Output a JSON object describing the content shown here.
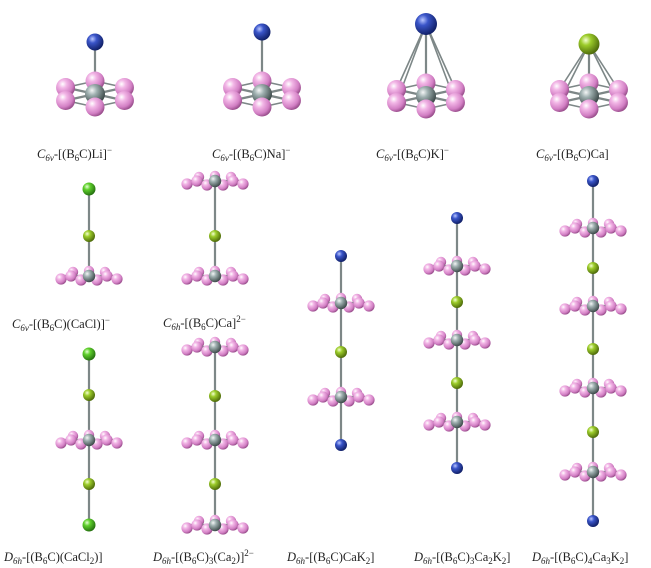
{
  "figure": {
    "structures": [
      {
        "id": "b6c-li",
        "label": "C6v-[(B6C)Li]−",
        "parts": [
          [
            "C",
            "6v"
          ],
          [
            "t",
            "-[(B"
          ],
          [
            "b",
            "6"
          ],
          [
            "t",
            "C)Li]"
          ],
          [
            "p",
            "−"
          ]
        ],
        "top_atom": "Li",
        "capped_rings": 1
      },
      {
        "id": "b6c-na",
        "label": "C6v-[(B6C)Na]−",
        "parts": [
          [
            "C",
            "6v"
          ],
          [
            "t",
            "-[(B"
          ],
          [
            "b",
            "6"
          ],
          [
            "t",
            "C)Na]"
          ],
          [
            "p",
            "−"
          ]
        ],
        "top_atom": "Na",
        "capped_rings": 1
      },
      {
        "id": "b6c-k",
        "label": "C6v-[(B6C)K]−",
        "parts": [
          [
            "C",
            "6v"
          ],
          [
            "t",
            "-[(B"
          ],
          [
            "b",
            "6"
          ],
          [
            "t",
            "C)K]"
          ],
          [
            "p",
            "−"
          ]
        ],
        "top_atom": "K",
        "capped_rings": 1
      },
      {
        "id": "b6c-ca",
        "label": "C6v-[(B6C)Ca]",
        "parts": [
          [
            "C",
            "6v"
          ],
          [
            "t",
            "-[(B"
          ],
          [
            "b",
            "6"
          ],
          [
            "t",
            "C)Ca]"
          ]
        ],
        "top_atom": "Ca",
        "capped_rings": 1
      },
      {
        "id": "b6c-cacl",
        "label": "C6v-[(B6C)(CaCl)]−",
        "parts": [
          [
            "C",
            "6v"
          ],
          [
            "t",
            "-[(B"
          ],
          [
            "b",
            "6"
          ],
          [
            "t",
            "C)(CaCl)]"
          ],
          [
            "p",
            "−"
          ]
        ],
        "stack": [
          "Cl",
          "Ca",
          "ring"
        ]
      },
      {
        "id": "b6c-ca-sandwich",
        "label": "C6h-[(B6C)Ca]2−",
        "parts": [
          [
            "C",
            "6h"
          ],
          [
            "t",
            "-[(B"
          ],
          [
            "b",
            "6"
          ],
          [
            "t",
            "C)Ca]"
          ],
          [
            "p",
            "2−"
          ]
        ],
        "stack": [
          "ring",
          "Ca",
          "ring"
        ]
      },
      {
        "id": "b6c-cacl2",
        "label": "D6h-[(B6C)(CaCl2)]",
        "parts": [
          [
            "D",
            "6h"
          ],
          [
            "t",
            "-[(B"
          ],
          [
            "b",
            "6"
          ],
          [
            "t",
            "C)(CaCl"
          ],
          [
            "b",
            "2"
          ],
          [
            "t",
            ")]"
          ]
        ],
        "stack": [
          "Cl",
          "Ca",
          "ring",
          "Ca",
          "Cl"
        ]
      },
      {
        "id": "b6c3-ca2",
        "label": "D6h-[(B6C)3(Ca2)]2−",
        "parts": [
          [
            "D",
            "6h"
          ],
          [
            "t",
            "-[(B"
          ],
          [
            "b",
            "6"
          ],
          [
            "t",
            "C)"
          ],
          [
            "b",
            "3"
          ],
          [
            "t",
            "(Ca"
          ],
          [
            "b",
            "2"
          ],
          [
            "t",
            ")]"
          ],
          [
            "p",
            "2−"
          ]
        ],
        "stack": [
          "ring",
          "Ca",
          "ring",
          "Ca",
          "ring"
        ]
      },
      {
        "id": "b6c-cak2",
        "label": "D6h-[(B6C)CaK2]",
        "parts": [
          [
            "D",
            "6h"
          ],
          [
            "t",
            "-[(B"
          ],
          [
            "b",
            "6"
          ],
          [
            "t",
            "C)CaK"
          ],
          [
            "b",
            "2"
          ],
          [
            "t",
            "]"
          ]
        ],
        "stack": [
          "K",
          "ring",
          "Ca",
          "ring",
          "K"
        ]
      },
      {
        "id": "b6c3-ca2k2",
        "label": "D6h-[(B6C)3Ca2K2]",
        "parts": [
          [
            "D",
            "6h"
          ],
          [
            "t",
            "-[(B"
          ],
          [
            "b",
            "6"
          ],
          [
            "t",
            "C)"
          ],
          [
            "b",
            "3"
          ],
          [
            "t",
            "Ca"
          ],
          [
            "b",
            "2"
          ],
          [
            "t",
            "K"
          ],
          [
            "b",
            "2"
          ],
          [
            "t",
            "]"
          ]
        ],
        "stack": [
          "K",
          "ring",
          "Ca",
          "ring",
          "Ca",
          "ring",
          "K"
        ]
      },
      {
        "id": "b6c4-ca3k2",
        "label": "D6h-[(B6C)4Ca3K2]",
        "parts": [
          [
            "D",
            "6h"
          ],
          [
            "t",
            "-[(B"
          ],
          [
            "b",
            "6"
          ],
          [
            "t",
            "C)"
          ],
          [
            "b",
            "4"
          ],
          [
            "t",
            "Ca"
          ],
          [
            "b",
            "3"
          ],
          [
            "t",
            "K"
          ],
          [
            "b",
            "2"
          ],
          [
            "t",
            "]"
          ]
        ],
        "stack": [
          "K",
          "ring",
          "Ca",
          "ring",
          "Ca",
          "ring",
          "Ca",
          "ring",
          "K"
        ]
      }
    ],
    "atom_colors": {
      "B": "#e59ad6",
      "C": "#8c9a9a",
      "Li": "#3d56b5",
      "Na": "#3d56b5",
      "K": "#2a3fa8",
      "Ca": "#8fc21f",
      "Cl": "#5fcf2b"
    }
  }
}
